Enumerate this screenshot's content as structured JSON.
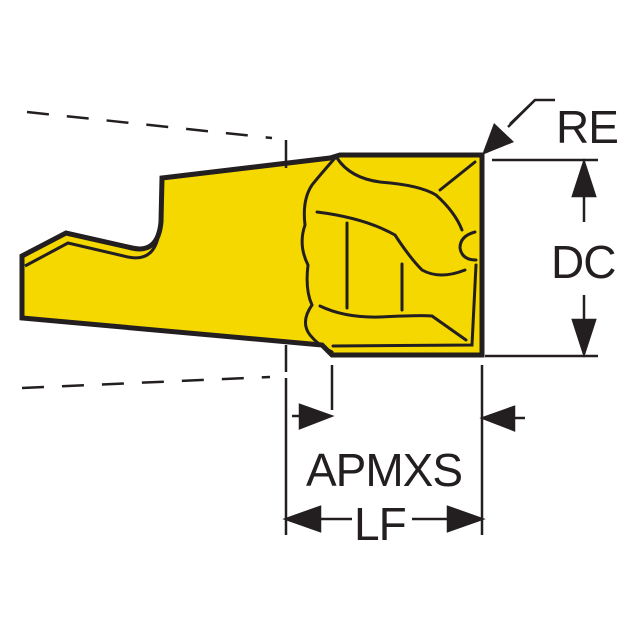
{
  "diagram": {
    "subject": "cutting-insert-side-view",
    "colors": {
      "insert_fill": "#F5D800",
      "outline": "#231F20",
      "background": "#FFFFFF"
    },
    "labels": {
      "corner_radius": "RE",
      "cutting_diameter": "DC",
      "max_depth_of_cut": "APMXS",
      "functional_length": "LF"
    }
  }
}
